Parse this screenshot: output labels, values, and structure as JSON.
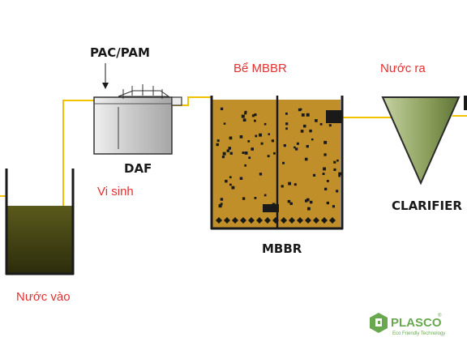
{
  "labels": {
    "chemical_dosing": "PAC/PAM",
    "daf": "DAF",
    "microbe": "Vi sinh",
    "mbbr_tank": "Bể MBBR",
    "mbbr": "MBBR",
    "water_out": "Nước ra",
    "clarifier": "CLARIFIER",
    "water_in": "Nước vào"
  },
  "logo": {
    "brand": "PLASCO",
    "mark": "®",
    "tagline": "Eco Friendly Technology"
  },
  "colors": {
    "pipe": "#f2c200",
    "label_red": "#e53030",
    "inlet_water": "#3f3e14",
    "mbbr_water": "#c08f2a",
    "clarifier_fill": "#8a9d5a",
    "daf_body": "#d4d4d4",
    "logo_green": "#6aa84f"
  }
}
